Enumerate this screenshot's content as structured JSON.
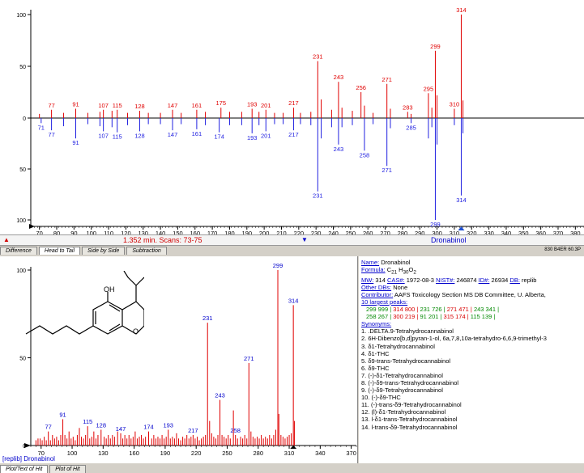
{
  "top_panel": {
    "status_left": "1.352 min. Scans: 73-75",
    "status_center": "Dronabinol",
    "status_right": "830 B4ER 60.3P",
    "tabs": [
      "Difference",
      "Head to Tail",
      "Side by Side",
      "Subtraction"
    ],
    "active_tab": "Head to Tail"
  },
  "bottom_left": {
    "footer_label": "[replib] Dronabinol",
    "tabs": [
      "Plot/Text of Hit",
      "Plot of Hit"
    ],
    "structure_label": "OH"
  },
  "info": {
    "name_label": "Name:",
    "name": "Dronabinol",
    "formula_label": "Formula:",
    "formula_sym": [
      "C",
      "21",
      " H",
      "30",
      "O",
      "2"
    ],
    "mw_label": "MW:",
    "mw": "314",
    "cas_label": "CAS#:",
    "cas": "1972-08-3",
    "nist_label": "NIST#:",
    "nist": "246874",
    "id_label": "ID#:",
    "id": "26934",
    "db_label": "DB:",
    "db": "replib",
    "other_dbs_label": "Other DBs:",
    "other_dbs": "None",
    "contributor_label": "Contributor:",
    "contributor": "AAFS Toxicology Section MS DB Committee, U. Alberta,",
    "peaks_label": "10 largest peaks:",
    "peaks_row1": [
      {
        "mz": "299",
        "int": "999"
      },
      {
        "mz": "314",
        "int": "800"
      },
      {
        "mz": "231",
        "int": "726"
      },
      {
        "mz": "271",
        "int": "471"
      },
      {
        "mz": "243",
        "int": "341"
      }
    ],
    "peaks_row2": [
      {
        "mz": "258",
        "int": "267"
      },
      {
        "mz": "300",
        "int": "219"
      },
      {
        "mz": "91",
        "int": "201"
      },
      {
        "mz": "315",
        "int": "174"
      },
      {
        "mz": "115",
        "int": "139"
      }
    ],
    "synonyms_label": "Synonyms:",
    "synonyms": [
      "1. .DELTA.9-Tetrahydrocannabinol",
      "2. 6H-Dibenzo[b,d]pyran-1-ol, 6a,7,8,10a-tetrahydro-6,6,9-trimethyl-3",
      "3. δ1-Tetrahydrocannabinol",
      "4. δ1-THC",
      "5. δ9-trans-Tetrahydrocannabinol",
      "6. δ9-THC",
      "7. (-)-δ1-Tetrahydrocannabinol",
      "8. (-)-δ9-trans-Tetrahydrocannabinol",
      "9. (-)-δ9-Tetrahydrocannabinol",
      "10. (-)-δ9-THC",
      "11. (-)-trans-δ9-Tetrahydrocannabinol",
      "12. (l)-δ1-Tetrahydrocannabinol",
      "13. l-δ1-trans-Tetrahydrocannabinol",
      "14. l-trans-δ9-Tetrahydrocannabinol"
    ]
  },
  "chart_data": [
    {
      "type": "bar",
      "title": "",
      "xlabel": "",
      "ylabel": "",
      "xlim": [
        65,
        385
      ],
      "ylim": [
        -100,
        100
      ],
      "xticks": [
        70,
        80,
        90,
        100,
        110,
        120,
        130,
        140,
        150,
        160,
        170,
        180,
        190,
        200,
        210,
        220,
        230,
        240,
        250,
        260,
        270,
        280,
        290,
        300,
        310,
        320,
        330,
        340,
        350,
        360,
        370,
        380
      ],
      "yticks": [
        100,
        50,
        0,
        50,
        100
      ],
      "grid": false,
      "series": [
        {
          "color": "#e00000",
          "x": [
            70,
            77,
            84,
            91,
            98,
            105,
            107,
            112,
            115,
            121,
            128,
            133,
            140,
            147,
            152,
            161,
            166,
            175,
            180,
            187,
            193,
            197,
            201,
            206,
            211,
            217,
            221,
            227,
            231,
            233,
            239,
            243,
            245,
            251,
            256,
            258,
            263,
            271,
            273,
            283,
            285,
            295,
            297,
            299,
            300,
            310,
            314,
            315
          ],
          "y": [
            4,
            8,
            5,
            9,
            5,
            6,
            8,
            7,
            8,
            5,
            7,
            5,
            5,
            8,
            5,
            8,
            6,
            10,
            6,
            6,
            9,
            6,
            8,
            5,
            5,
            10,
            5,
            6,
            55,
            18,
            8,
            35,
            10,
            7,
            25,
            12,
            5,
            33,
            9,
            6,
            4,
            24,
            10,
            65,
            22,
            9,
            100,
            17
          ],
          "labels": [
            {
              "x": 77,
              "t": "77"
            },
            {
              "x": 91,
              "t": "91"
            },
            {
              "x": 107,
              "t": "107"
            },
            {
              "x": 115,
              "t": "115"
            },
            {
              "x": 128,
              "t": "128"
            },
            {
              "x": 147,
              "t": "147"
            },
            {
              "x": 161,
              "t": "161"
            },
            {
              "x": 175,
              "t": "175"
            },
            {
              "x": 193,
              "t": "193"
            },
            {
              "x": 201,
              "t": "201"
            },
            {
              "x": 217,
              "t": "217"
            },
            {
              "x": 231,
              "t": "231"
            },
            {
              "x": 243,
              "t": "243"
            },
            {
              "x": 256,
              "t": "256"
            },
            {
              "x": 271,
              "t": "271"
            },
            {
              "x": 283,
              "t": "283"
            },
            {
              "x": 295,
              "t": "295"
            },
            {
              "x": 299,
              "t": "299"
            },
            {
              "x": 310,
              "t": "310"
            },
            {
              "x": 314,
              "t": "314"
            }
          ]
        },
        {
          "color": "#2020e0",
          "x": [
            71,
            77,
            84,
            91,
            98,
            105,
            107,
            112,
            115,
            121,
            128,
            133,
            140,
            147,
            152,
            161,
            166,
            174,
            180,
            187,
            193,
            197,
            201,
            206,
            211,
            217,
            221,
            227,
            231,
            233,
            239,
            243,
            245,
            251,
            258,
            263,
            271,
            273,
            285,
            295,
            297,
            299,
            300,
            310,
            314,
            315
          ],
          "y": [
            -5,
            -12,
            -8,
            -20,
            -6,
            -8,
            -13,
            -9,
            -14,
            -7,
            -13,
            -6,
            -6,
            -12,
            -6,
            -11,
            -7,
            -14,
            -7,
            -7,
            -15,
            -7,
            -13,
            -6,
            -6,
            -12,
            -6,
            -7,
            -72,
            -20,
            -9,
            -26,
            -9,
            -7,
            -32,
            -6,
            -47,
            -10,
            -5,
            -20,
            -9,
            -100,
            -26,
            -7,
            -76,
            -15
          ],
          "labels": [
            {
              "x": 71,
              "t": "71"
            },
            {
              "x": 77,
              "t": "77"
            },
            {
              "x": 91,
              "t": "91"
            },
            {
              "x": 107,
              "t": "107"
            },
            {
              "x": 115,
              "t": "115"
            },
            {
              "x": 128,
              "t": "128"
            },
            {
              "x": 147,
              "t": "147"
            },
            {
              "x": 161,
              "t": "161"
            },
            {
              "x": 174,
              "t": "174"
            },
            {
              "x": 193,
              "t": "193"
            },
            {
              "x": 201,
              "t": "201"
            },
            {
              "x": 217,
              "t": "217"
            },
            {
              "x": 231,
              "t": "231"
            },
            {
              "x": 243,
              "t": "243"
            },
            {
              "x": 258,
              "t": "258"
            },
            {
              "x": 271,
              "t": "271"
            },
            {
              "x": 285,
              "t": "285"
            },
            {
              "x": 299,
              "t": "299"
            },
            {
              "x": 314,
              "t": "314"
            }
          ]
        }
      ]
    },
    {
      "type": "bar",
      "title": "",
      "xlabel": "",
      "ylabel": "",
      "xlim": [
        60,
        375
      ],
      "ylim": [
        0,
        100
      ],
      "xticks": [
        70,
        100,
        130,
        160,
        190,
        220,
        250,
        280,
        310,
        340,
        370
      ],
      "yticks": [
        100,
        50,
        0
      ],
      "grid": false,
      "series": [
        {
          "color": "#e00000",
          "x": [
            65,
            67,
            69,
            71,
            73,
            75,
            77,
            79,
            81,
            83,
            85,
            87,
            89,
            91,
            93,
            95,
            97,
            99,
            101,
            103,
            105,
            107,
            109,
            111,
            113,
            115,
            117,
            119,
            121,
            123,
            125,
            128,
            131,
            133,
            135,
            137,
            139,
            141,
            144,
            147,
            149,
            151,
            153,
            155,
            157,
            159,
            161,
            163,
            165,
            167,
            169,
            171,
            174,
            177,
            179,
            181,
            183,
            185,
            187,
            189,
            191,
            193,
            195,
            197,
            199,
            201,
            203,
            205,
            207,
            209,
            211,
            213,
            215,
            217,
            219,
            221,
            223,
            225,
            227,
            229,
            231,
            233,
            235,
            237,
            239,
            241,
            243,
            245,
            247,
            249,
            251,
            253,
            256,
            258,
            260,
            263,
            265,
            267,
            269,
            271,
            273,
            275,
            277,
            279,
            281,
            283,
            285,
            287,
            289,
            291,
            293,
            295,
            297,
            299,
            300,
            302,
            304,
            306,
            308,
            310,
            312,
            314,
            315
          ],
          "y": [
            3,
            4,
            4,
            3,
            5,
            3,
            8,
            3,
            6,
            4,
            5,
            3,
            6,
            15,
            6,
            4,
            8,
            4,
            5,
            3,
            6,
            10,
            5,
            4,
            6,
            11,
            4,
            5,
            8,
            4,
            6,
            9,
            5,
            4,
            6,
            4,
            6,
            5,
            8,
            7,
            4,
            6,
            4,
            6,
            4,
            5,
            8,
            4,
            5,
            6,
            4,
            5,
            8,
            4,
            6,
            4,
            5,
            4,
            6,
            4,
            5,
            9,
            4,
            5,
            4,
            7,
            4,
            3,
            5,
            4,
            6,
            4,
            5,
            6,
            4,
            5,
            3,
            4,
            5,
            6,
            70,
            14,
            7,
            5,
            4,
            6,
            26,
            6,
            5,
            4,
            6,
            4,
            20,
            6,
            4,
            5,
            4,
            6,
            4,
            47,
            8,
            5,
            4,
            5,
            4,
            6,
            4,
            5,
            4,
            6,
            4,
            6,
            9,
            100,
            18,
            6,
            5,
            4,
            5,
            6,
            7,
            80,
            14
          ]
        }
      ],
      "labels": [
        {
          "x": 77,
          "t": "77"
        },
        {
          "x": 91,
          "t": "91"
        },
        {
          "x": 115,
          "t": "115"
        },
        {
          "x": 128,
          "t": "128"
        },
        {
          "x": 147,
          "t": "147"
        },
        {
          "x": 174,
          "t": "174"
        },
        {
          "x": 193,
          "t": "193"
        },
        {
          "x": 217,
          "t": "217"
        },
        {
          "x": 231,
          "t": "231"
        },
        {
          "x": 243,
          "t": "243"
        },
        {
          "x": 258,
          "t": "258"
        },
        {
          "x": 271,
          "t": "271"
        },
        {
          "x": 299,
          "t": "299"
        },
        {
          "x": 314,
          "t": "314"
        }
      ]
    }
  ]
}
